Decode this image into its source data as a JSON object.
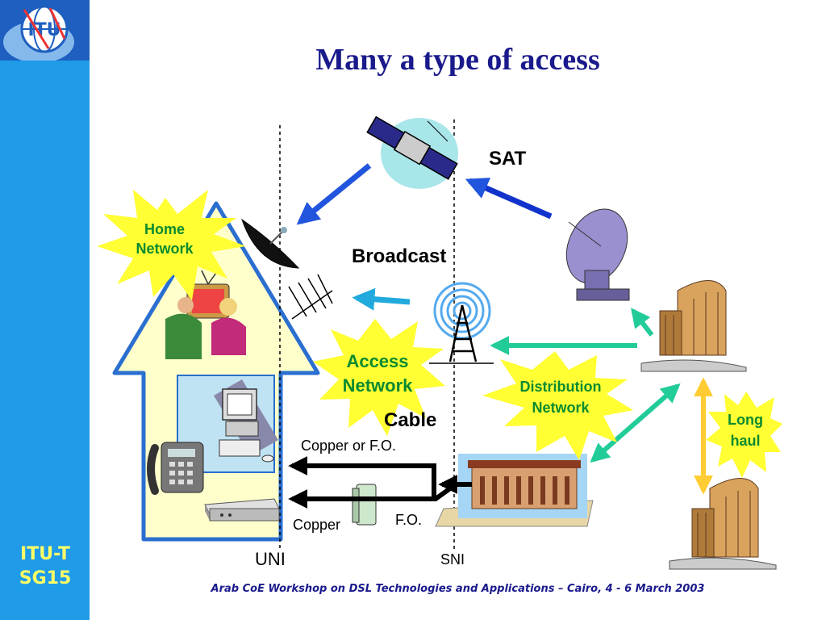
{
  "slide": {
    "title": "Many a type of access",
    "footer": "Arab CoE  Workshop on DSL Technologies and Applications – Cairo, 4 - 6 March 2003"
  },
  "sidebar": {
    "logo_text": "ITU",
    "badge_line1": "ITU-T",
    "badge_line2": "SG15",
    "color": "#1f9be8"
  },
  "diagram": {
    "labels": {
      "sat": "SAT",
      "broadcast": "Broadcast",
      "cable": "Cable",
      "copper_or_fo": "Copper or F.O.",
      "copper": "Copper",
      "fo": "F.O.",
      "uni": "UNI",
      "sni": "SNI"
    },
    "bursts": {
      "home_network": "Home Network",
      "access_network": "Access Network",
      "distribution_network": "Distribution Network",
      "long_haul": "Long haul"
    },
    "colors": {
      "burst_fill": "#ffff33",
      "burst_text": "#0b8a2f",
      "arrow_blue": "#2255dd",
      "arrow_cyan": "#22aadd",
      "arrow_teal": "#22cc99",
      "arrow_orange": "#ffcc33",
      "house_outline": "#2a6fd0",
      "house_fill": "#ffffcc"
    },
    "icons": [
      "satellite-icon",
      "satellite-dish-icon",
      "uplink-dish-icon",
      "tv-antenna-icon",
      "broadcast-tower-icon",
      "family-watching-tv-icon",
      "computer-icon",
      "telephone-icon",
      "set-top-box-icon",
      "modem-icon",
      "central-office-building-icon",
      "city-buildings-icon"
    ]
  }
}
